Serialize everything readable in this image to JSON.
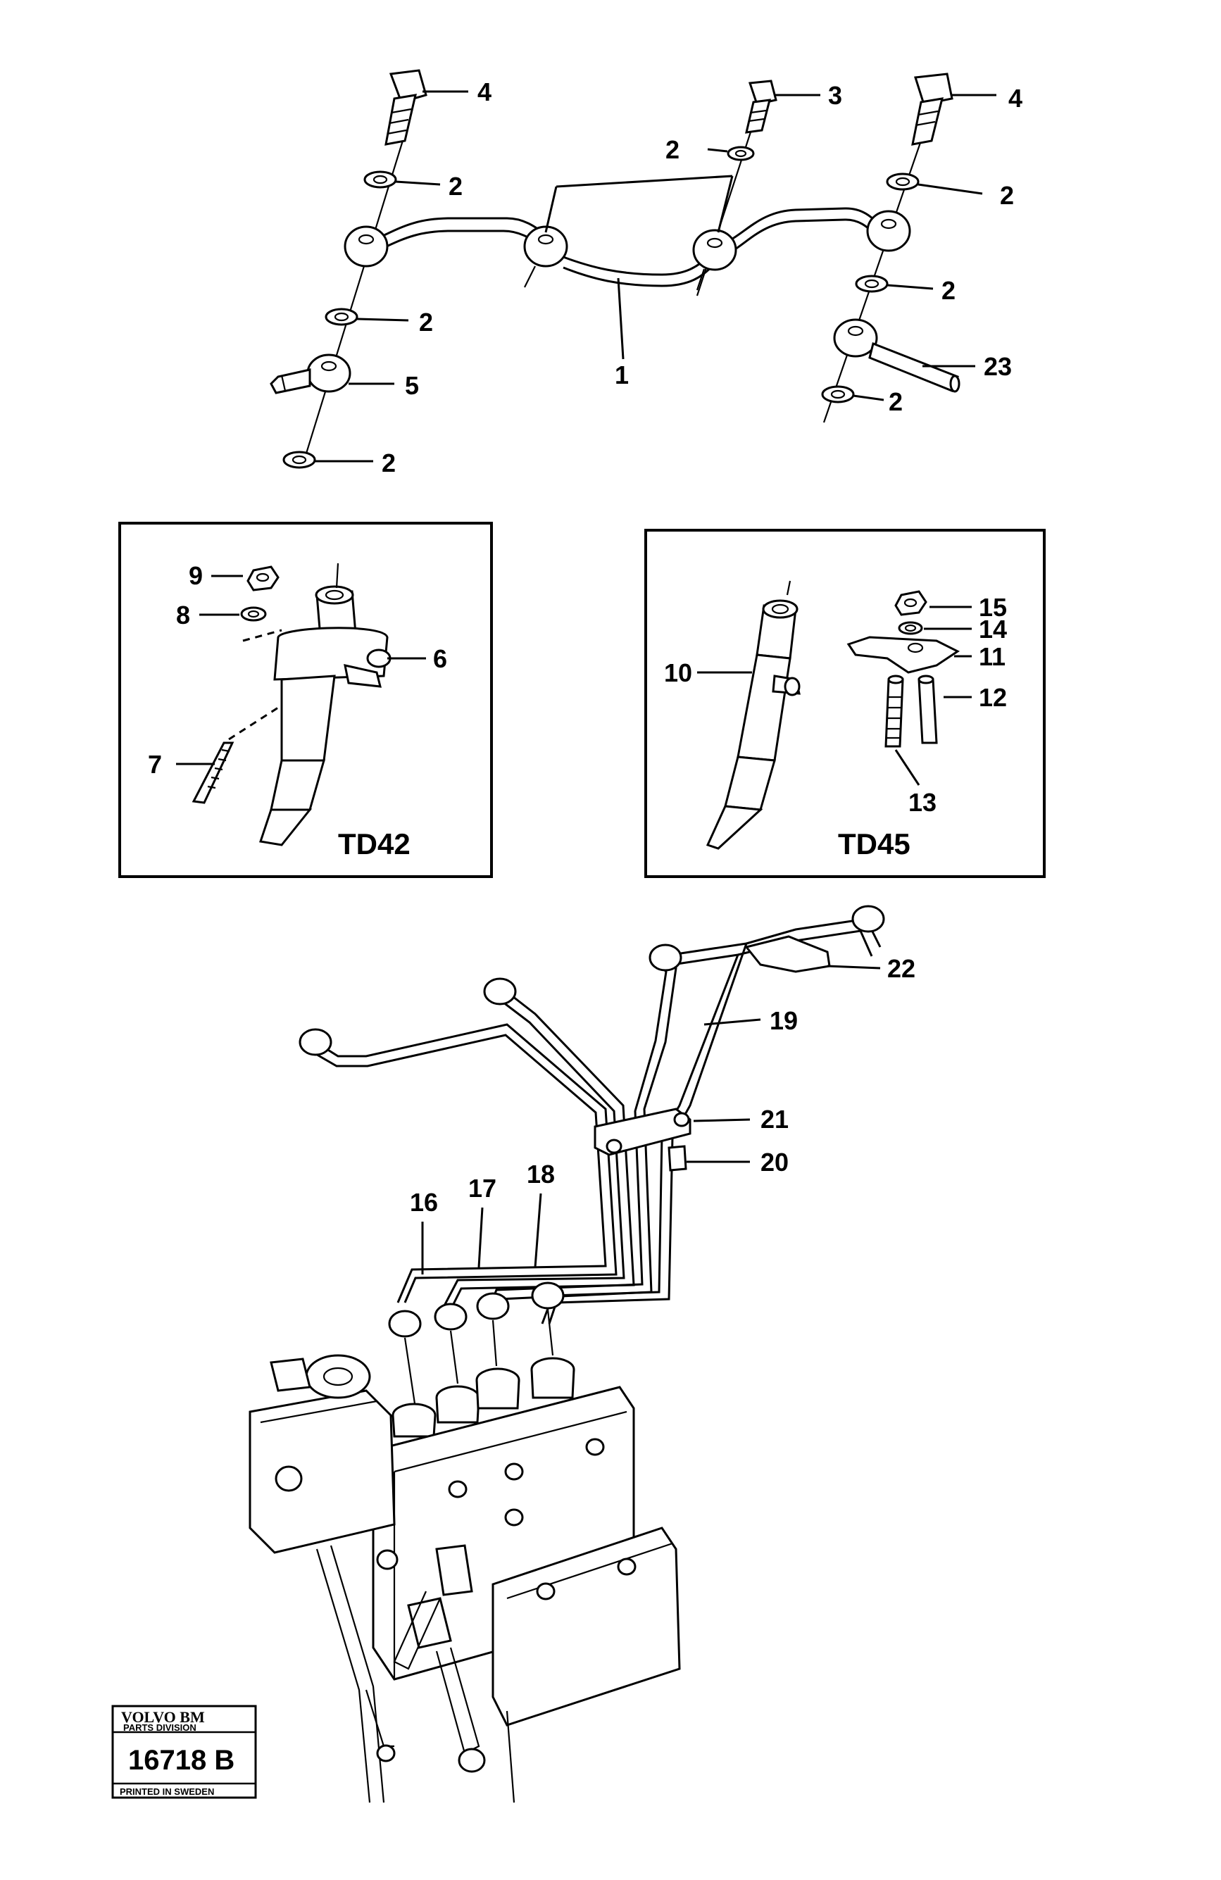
{
  "callouts": {
    "c1": "1",
    "c2": "2",
    "c3": "3",
    "c4": "4",
    "c5": "5",
    "c6": "6",
    "c7": "7",
    "c8": "8",
    "c9": "9",
    "c10": "10",
    "c11": "11",
    "c12": "12",
    "c13": "13",
    "c14": "14",
    "c15": "15",
    "c16": "16",
    "c17": "17",
    "c18": "18",
    "c19": "19",
    "c20": "20",
    "c21": "21",
    "c22": "22",
    "c23": "23"
  },
  "insets": {
    "left_title": "TD42",
    "right_title": "TD45"
  },
  "stamp": {
    "brand": "VOLVO BM",
    "division": "PARTS DIVISION",
    "number": "16718 B",
    "printed": "PRINTED IN SWEDEN"
  }
}
